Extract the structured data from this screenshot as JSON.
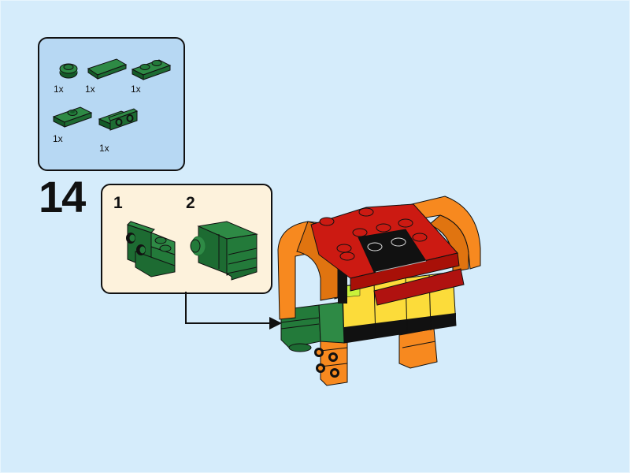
{
  "colors": {
    "background": "#d5ecfb",
    "parts_panel": "#b7d8f3",
    "sub_panel": "#fdf2dc",
    "green": "#237a3a",
    "dark_green": "#145a28",
    "red": "#cc1a12",
    "orange": "#f7891f",
    "yellow": "#fcdc3a",
    "black": "#111111"
  },
  "step": {
    "number": "14"
  },
  "parts_list": {
    "items": [
      {
        "name": "round-plate-1x1",
        "qty": "1x"
      },
      {
        "name": "tile-1x2",
        "qty": "1x"
      },
      {
        "name": "plate-1x2",
        "qty": "1x"
      },
      {
        "name": "jumper-plate-1x2",
        "qty": "1x"
      },
      {
        "name": "bracket-1x2-inverted",
        "qty": "1x"
      }
    ]
  },
  "sub_steps": [
    {
      "number": "1"
    },
    {
      "number": "2"
    }
  ]
}
